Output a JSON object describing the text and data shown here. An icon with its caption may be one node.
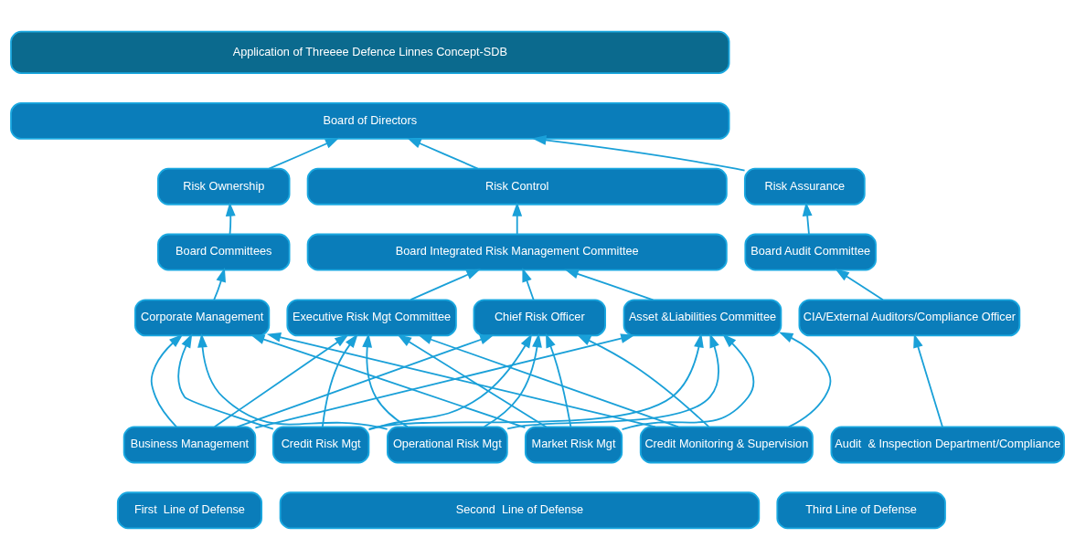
{
  "diagram": {
    "nodes": [
      {
        "text": [
          "Application of Threeee Defence Linnes Concept-SDB"
        ]
      },
      {
        "text": [
          "Board of Directors"
        ]
      },
      {
        "text": [
          "Risk Ownership"
        ]
      },
      {
        "text": [
          "Risk Control"
        ]
      },
      {
        "text": [
          "Risk Assurance"
        ]
      },
      {
        "text": [
          "Board Committees"
        ]
      },
      {
        "text": [
          "Board Integrated Risk Management Committee"
        ]
      },
      {
        "text": [
          "Board Audit Committee"
        ]
      },
      {
        "text": [
          "Corporate Management"
        ]
      },
      {
        "text": [
          "Executive Risk Mgt Committee"
        ]
      },
      {
        "text": [
          "Chief Risk Officer"
        ]
      },
      {
        "text": [
          "Asset &Liabilities Committee"
        ]
      },
      {
        "text": [
          "CIA/External Auditors/Compliance Officer"
        ]
      },
      {
        "text": [
          "Business Management"
        ]
      },
      {
        "text": [
          "Credit Risk Mgt"
        ]
      },
      {
        "text": [
          "Operational Risk Mgt"
        ]
      },
      {
        "text": [
          "Market Risk Mgt"
        ]
      },
      {
        "text": [
          "Credit Monitoring & Supervision"
        ]
      },
      {
        "text": [
          "Audit  & Inspection Department/Compliance"
        ]
      },
      {
        "text": [
          "First  Line of Defense"
        ]
      },
      {
        "text": [
          "Second  Line of Defense"
        ]
      },
      {
        "text": [
          "Third Line of Defense"
        ]
      }
    ],
    "edges": [
      {
        "from": 2,
        "to": 1,
        "arrow": "to"
      },
      {
        "from": 3,
        "to": 1,
        "arrow": "to"
      },
      {
        "from": 4,
        "to": 1,
        "arrow": "to"
      },
      {
        "from": 5,
        "to": 2,
        "arrow": "to"
      },
      {
        "from": 6,
        "to": 3,
        "arrow": "to"
      },
      {
        "from": 7,
        "to": 4,
        "arrow": "to"
      },
      {
        "from": 8,
        "to": 5,
        "arrow": "to"
      },
      {
        "from": 9,
        "to": 6,
        "arrow": "to"
      },
      {
        "from": 10,
        "to": 6,
        "arrow": "to"
      },
      {
        "from": 11,
        "to": 6,
        "arrow": "to"
      },
      {
        "from": 12,
        "to": 7,
        "arrow": "to"
      },
      {
        "from": 13,
        "to": 8,
        "arrow": "to"
      },
      {
        "from": 13,
        "to": 9,
        "arrow": "to"
      },
      {
        "from": 13,
        "to": 10,
        "arrow": "to"
      },
      {
        "from": 13,
        "to": 11,
        "arrow": "to"
      },
      {
        "from": 14,
        "to": 8,
        "arrow": "to"
      },
      {
        "from": 14,
        "to": 9,
        "arrow": "to"
      },
      {
        "from": 14,
        "to": 10,
        "arrow": "to"
      },
      {
        "from": 14,
        "to": 11,
        "arrow": "to"
      },
      {
        "from": 15,
        "to": 8,
        "arrow": "to"
      },
      {
        "from": 15,
        "to": 9,
        "arrow": "to"
      },
      {
        "from": 15,
        "to": 10,
        "arrow": "to"
      },
      {
        "from": 15,
        "to": 11,
        "arrow": "to"
      },
      {
        "from": 16,
        "to": 8,
        "arrow": "to"
      },
      {
        "from": 16,
        "to": 9,
        "arrow": "to"
      },
      {
        "from": 16,
        "to": 10,
        "arrow": "to"
      },
      {
        "from": 16,
        "to": 11,
        "arrow": "to"
      },
      {
        "from": 17,
        "to": 8,
        "arrow": "to"
      },
      {
        "from": 17,
        "to": 9,
        "arrow": "to"
      },
      {
        "from": 17,
        "to": 10,
        "arrow": "to"
      },
      {
        "from": 17,
        "to": 11,
        "arrow": "to"
      },
      {
        "from": 18,
        "to": 12,
        "arrow": "to"
      }
    ]
  }
}
